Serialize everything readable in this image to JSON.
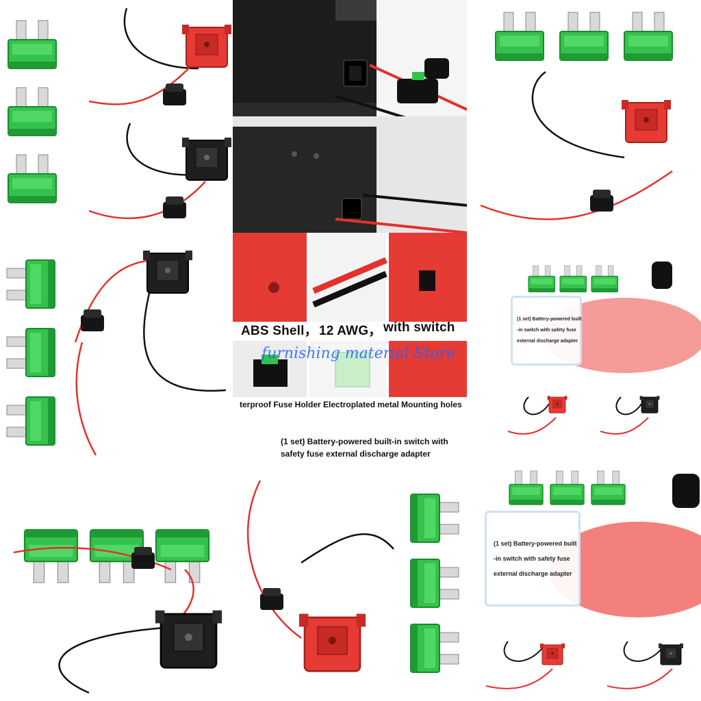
{
  "center_captions": {
    "row1": [
      "ABS Shell，",
      "12 AWG，",
      "with switch"
    ],
    "row2": "terproof Fuse Holder Electroplated metal Mounting holes",
    "product_title_line1": "(1 set) Battery-powered built-in switch with",
    "product_title_line2": "safety fuse external discharge adapter"
  },
  "watermark": "furnishing material Store",
  "info_box_small": {
    "line1": "(1 set) Battery-powered built",
    "line2": "-in switch with safety fuse",
    "line3": "external discharge adapter"
  },
  "info_box_large": {
    "line1": "(1 set) Battery-powered built",
    "line2": "-in switch with safety fuse",
    "line3": "external discharge adapter"
  },
  "colors": {
    "fuse_green": "#33c24a",
    "adapter_red": "#e83a36",
    "adapter_black": "#1b1b1b",
    "wire_red": "#e3312d"
  }
}
